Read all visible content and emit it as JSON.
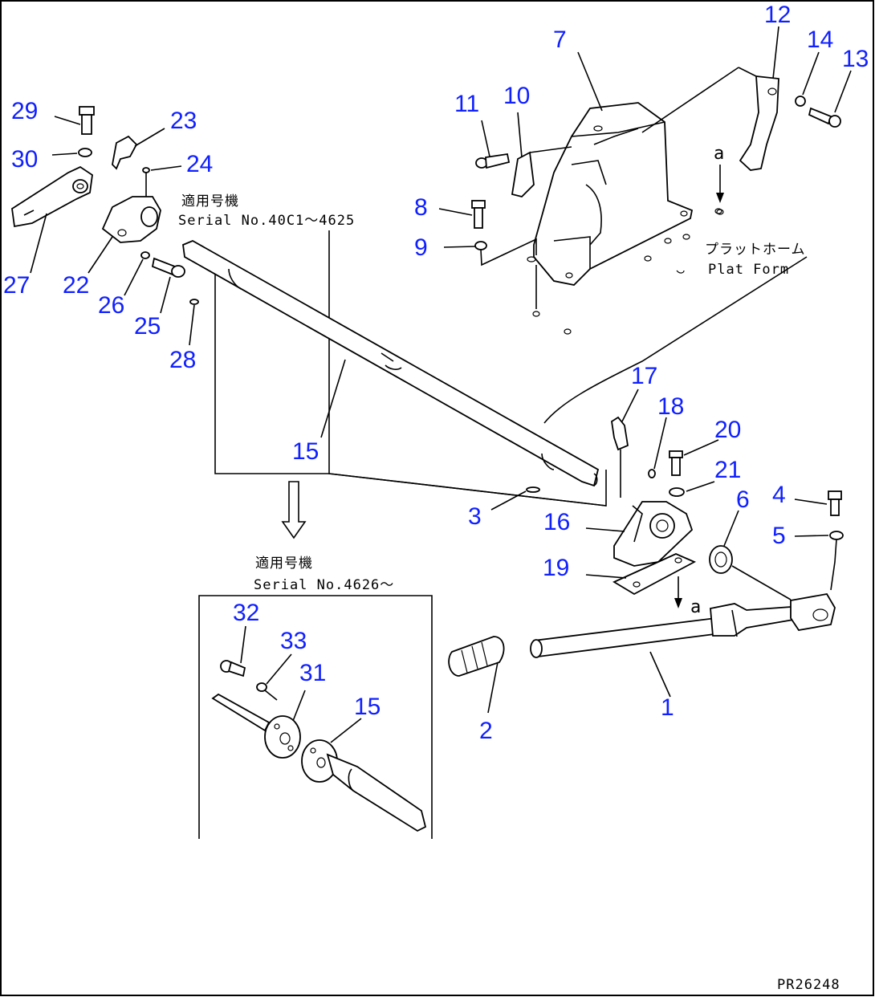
{
  "diagram": {
    "drawing_code": "PR26248",
    "serial_note_old": {
      "jp": "適用号機",
      "serial": "Serial No.40C1～4625"
    },
    "serial_note_new": {
      "jp": "適用号機",
      "serial": "Serial No.4626～"
    },
    "platform_note": {
      "jp": "プラットホーム",
      "en": "Plat Form"
    },
    "ref_mark": "a",
    "part_numbers": [
      "1",
      "2",
      "3",
      "4",
      "5",
      "6",
      "7",
      "8",
      "9",
      "10",
      "11",
      "12",
      "13",
      "14",
      "15",
      "16",
      "17",
      "18",
      "19",
      "20",
      "21",
      "22",
      "23",
      "24",
      "25",
      "26",
      "27",
      "28",
      "29",
      "30",
      "31",
      "32",
      "33"
    ],
    "colors": {
      "callout": "#1020ff",
      "lines": "#000000",
      "background": "#ffffff"
    }
  }
}
